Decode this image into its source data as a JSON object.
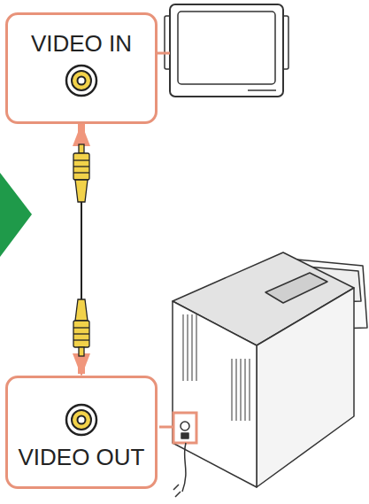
{
  "diagram": {
    "nodes": [
      {
        "text": [
          "VIDEO IN"
        ]
      },
      {
        "text": [
          "VIDEO OUT"
        ]
      }
    ],
    "edges": [
      {
        "from": 1,
        "to": 0,
        "arrow": "both"
      }
    ]
  }
}
